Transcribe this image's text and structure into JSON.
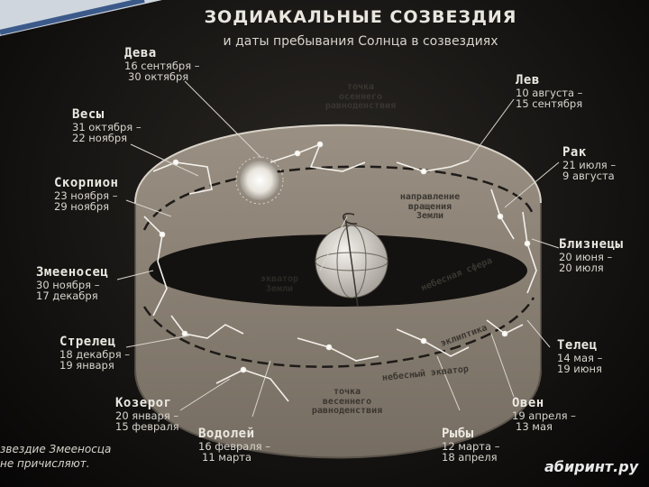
{
  "header": {
    "title": "ЗОДИАКАЛЬНЫЕ СОЗВЕЗДИЯ",
    "subtitle": "и даты пребывания Солнца в созвездиях"
  },
  "constellations": [
    {
      "name": "Дева",
      "dates": [
        "16 сентября –",
        "30 октября"
      ]
    },
    {
      "name": "Весы",
      "dates": [
        "31 октября –",
        "22 ноября"
      ]
    },
    {
      "name": "Скорпион",
      "dates": [
        "23 ноября –",
        "29 ноября"
      ]
    },
    {
      "name": "Змееносец",
      "dates": [
        "30 ноября –",
        "17 декабря"
      ]
    },
    {
      "name": "Стрелец",
      "dates": [
        "18 декабря –",
        "19 января"
      ]
    },
    {
      "name": "Козерог",
      "dates": [
        "20 января –",
        "15 февраля"
      ]
    },
    {
      "name": "Водолей",
      "dates": [
        "16 февраля –",
        "11 марта"
      ]
    },
    {
      "name": "Рыбы",
      "dates": [
        "12 марта –",
        "18 апреля"
      ]
    },
    {
      "name": "Овен",
      "dates": [
        "19 апреля –",
        "13 мая"
      ]
    },
    {
      "name": "Телец",
      "dates": [
        "14 мая –",
        "19 июня"
      ]
    },
    {
      "name": "Близнецы",
      "dates": [
        "20 июня –",
        "20 июля"
      ]
    },
    {
      "name": "Рак",
      "dates": [
        "21 июля –",
        "9 августа"
      ]
    },
    {
      "name": "Лев",
      "dates": [
        "10 августа –",
        "15 сентября"
      ]
    }
  ],
  "inner_labels": {
    "autumn_equinox": [
      "точка",
      "осеннего",
      "равноденствия"
    ],
    "spring_equinox": [
      "точка",
      "весеннего",
      "равноденствия"
    ],
    "rotation": [
      "направление",
      "вращения",
      "Земли"
    ],
    "celestial_sphere": "небесная сфера",
    "ecliptic": "эклиптика",
    "celestial_equator": "небесный экватор",
    "earth_equator": [
      "экватор",
      "Земли"
    ]
  },
  "footnote": [
    "звездие Змееносца",
    "не причисляют."
  ],
  "watermark": "абиринт.ру",
  "colors": {
    "background": "#161412",
    "band": "#8b8275",
    "text": "#d9d5cd",
    "inner_text": "#3a3631"
  }
}
